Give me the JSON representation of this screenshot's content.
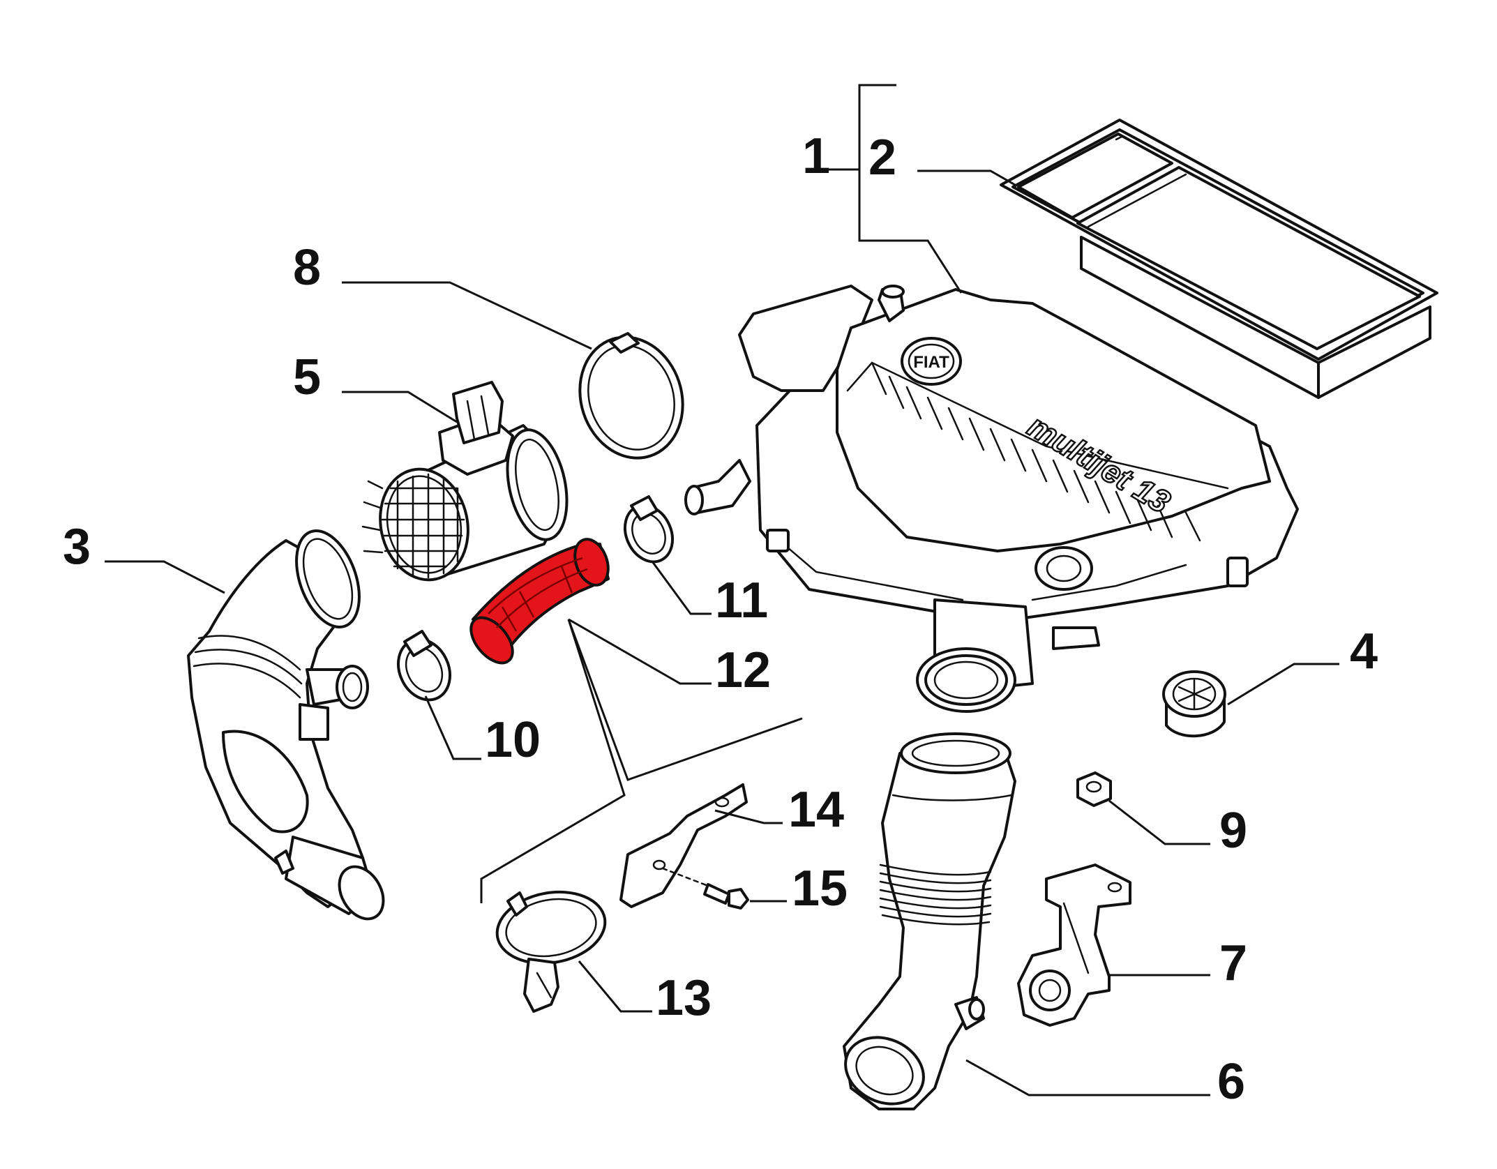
{
  "callouts": {
    "c1": "1",
    "c2": "2",
    "c3": "3",
    "c4": "4",
    "c5": "5",
    "c6": "6",
    "c7": "7",
    "c8": "8",
    "c9": "9",
    "c10": "10",
    "c11": "11",
    "c12": "12",
    "c13": "13",
    "c14": "14",
    "c15": "15"
  },
  "highlighted_part": "12",
  "colors": {
    "highlight": "#e4141b",
    "line": "#111111",
    "background": "#ffffff"
  },
  "housing": {
    "brand_badge": "FIAT",
    "engine_label": "multijet 13"
  }
}
